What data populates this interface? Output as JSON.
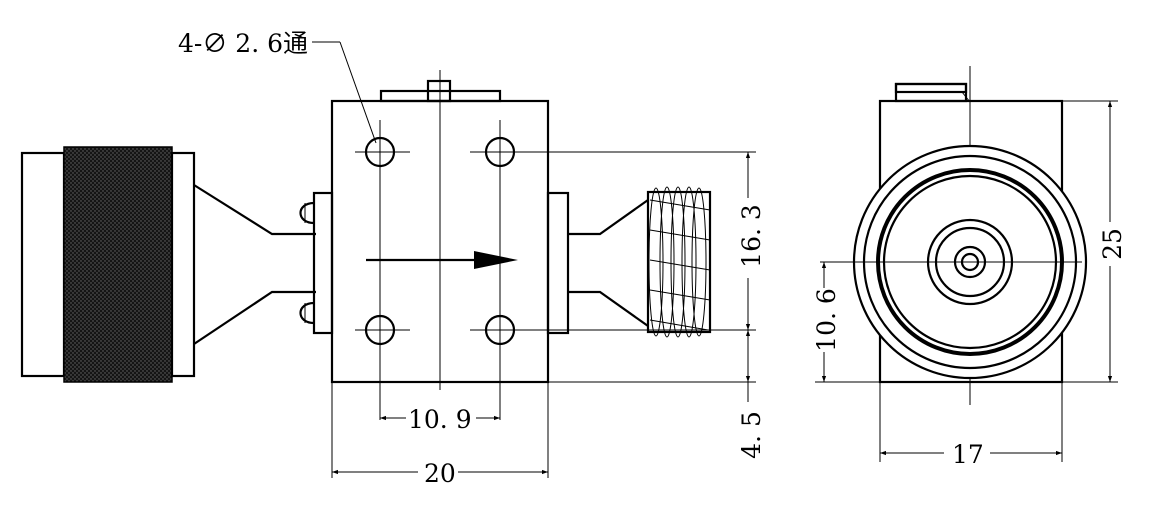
{
  "annotations": {
    "hole_callout": "4-∅ 2. 6通"
  },
  "dimensions": {
    "hole_spacing_h": "10. 9",
    "body_width": "20",
    "hole_spacing_v": "16. 3",
    "hole_offset_bottom": "4. 5",
    "center_height": "10. 6",
    "side_height": "25",
    "side_width": "17"
  }
}
